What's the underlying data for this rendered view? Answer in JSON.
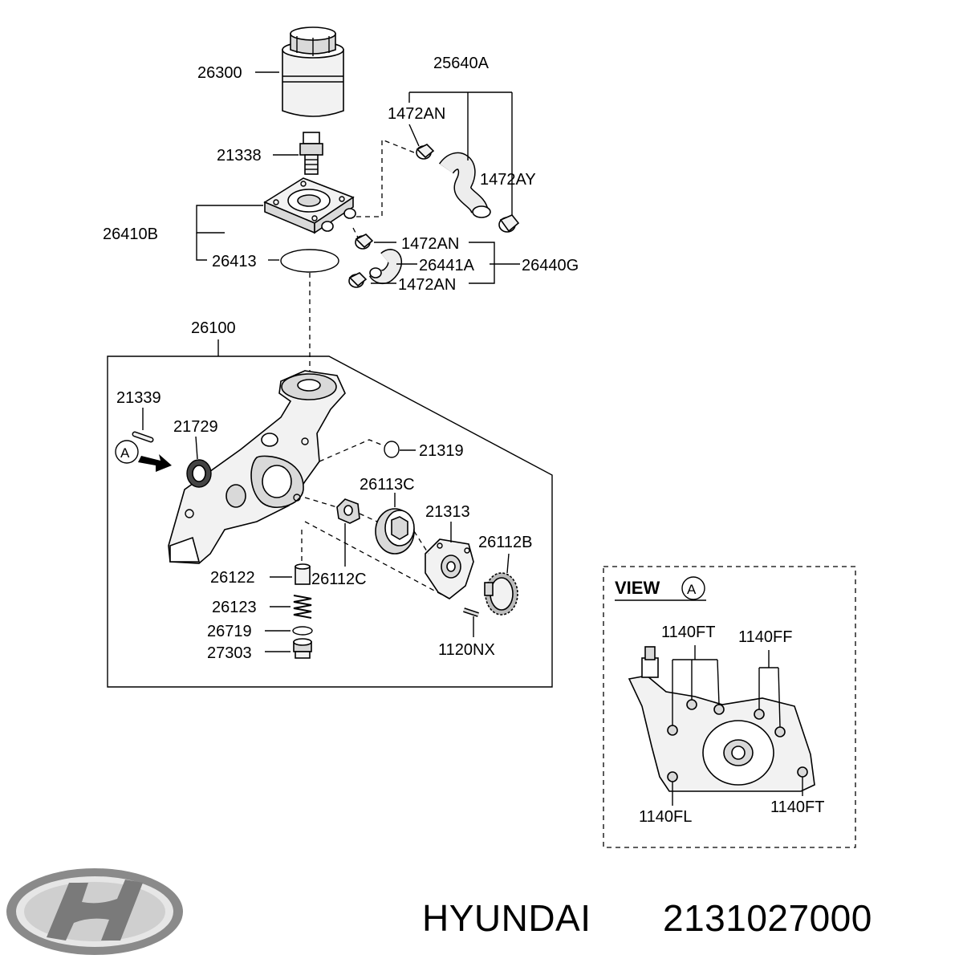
{
  "labels": {
    "p26300": "26300",
    "p25640a": "25640A",
    "p1472an_top": "1472AN",
    "p21338": "21338",
    "p1472ay": "1472AY",
    "p26410b": "26410B",
    "p1472an_mid": "1472AN",
    "p26413": "26413",
    "p26441a": "26441A",
    "p26440g": "26440G",
    "p1472an_low": "1472AN",
    "p26100": "26100",
    "p21339": "21339",
    "p21729": "21729",
    "p21319": "21319",
    "p26113c": "26113C",
    "p21313": "21313",
    "p26112b": "26112B",
    "p26122": "26122",
    "p26112c": "26112C",
    "p26123": "26123",
    "p26719": "26719",
    "p27303": "27303",
    "p1120nx": "1120NX",
    "callout_a": "A"
  },
  "view": {
    "title": "VIEW",
    "marker": "A",
    "p1140ft_top": "1140FT",
    "p1140ff": "1140FF",
    "p1140fl": "1140FL",
    "p1140ft_bottom": "1140FT"
  },
  "footer": {
    "brand": "HYUNDAI",
    "part_number": "2131027000"
  },
  "icons": {
    "brand_logo": "hyundai-logo-icon",
    "view_arrow": "arrow-right-icon"
  }
}
